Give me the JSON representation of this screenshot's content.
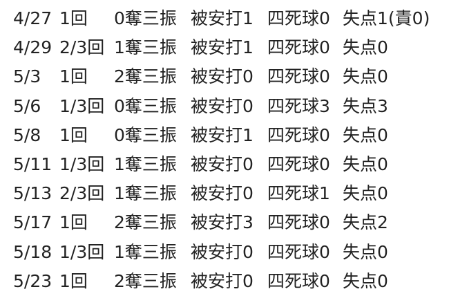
{
  "pitching_log": {
    "rows": [
      {
        "date": "4/27",
        "innings": "1回",
        "strikeouts": "0奪三振",
        "hits": "被安打1",
        "walks": "四死球0",
        "runs": "失点1(責0)"
      },
      {
        "date": "4/29",
        "innings": "2/3回",
        "strikeouts": "1奪三振",
        "hits": "被安打1",
        "walks": "四死球0",
        "runs": "失点0"
      },
      {
        "date": "5/3",
        "innings": "1回",
        "strikeouts": "2奪三振",
        "hits": "被安打0",
        "walks": "四死球0",
        "runs": "失点0"
      },
      {
        "date": "5/6",
        "innings": "1/3回",
        "strikeouts": "0奪三振",
        "hits": "被安打0",
        "walks": "四死球3",
        "runs": "失点3"
      },
      {
        "date": "5/8",
        "innings": "1回",
        "strikeouts": "0奪三振",
        "hits": "被安打1",
        "walks": "四死球0",
        "runs": "失点0"
      },
      {
        "date": "5/11",
        "innings": "1/3回",
        "strikeouts": "1奪三振",
        "hits": "被安打0",
        "walks": "四死球0",
        "runs": "失点0"
      },
      {
        "date": "5/13",
        "innings": "2/3回",
        "strikeouts": "1奪三振",
        "hits": "被安打0",
        "walks": "四死球1",
        "runs": "失点0"
      },
      {
        "date": "5/17",
        "innings": "1回",
        "strikeouts": "2奪三振",
        "hits": "被安打3",
        "walks": "四死球0",
        "runs": "失点2"
      },
      {
        "date": "5/18",
        "innings": "1/3回",
        "strikeouts": "1奪三振",
        "hits": "被安打0",
        "walks": "四死球0",
        "runs": "失点0"
      },
      {
        "date": "5/23",
        "innings": "1回",
        "strikeouts": "2奪三振",
        "hits": "被安打0",
        "walks": "四死球0",
        "runs": "失点0"
      }
    ]
  }
}
